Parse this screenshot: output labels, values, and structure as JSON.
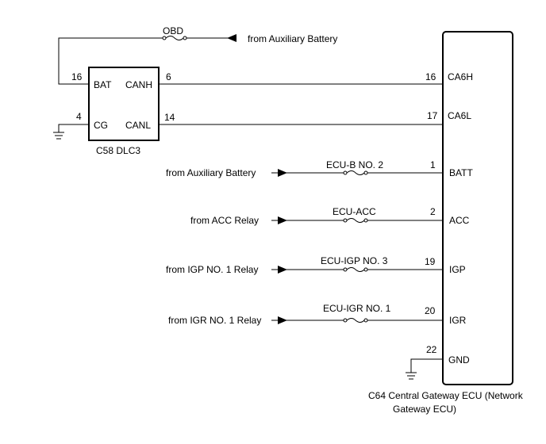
{
  "obd_fuse": "OBD",
  "top_source": "from Auxiliary Battery",
  "dlc": {
    "label": "C58  DLC3",
    "pins": {
      "bat": "BAT",
      "canh": "CANH",
      "cg": "CG",
      "canl": "CANL"
    },
    "nums": {
      "bat": "16",
      "canh": "6",
      "cg": "4",
      "canl": "14"
    }
  },
  "ecu": {
    "label_line1": "C64  Central Gateway ECU (Network",
    "label_line2": "Gateway ECU)",
    "pins": {
      "ca6h": "CA6H",
      "ca6l": "CA6L",
      "batt": "BATT",
      "acc": "ACC",
      "igp": "IGP",
      "igr": "IGR",
      "gnd": "GND"
    },
    "nums": {
      "ca6h": "16",
      "ca6l": "17",
      "batt": "1",
      "acc": "2",
      "igp": "19",
      "igr": "20",
      "gnd": "22"
    }
  },
  "inputs": [
    {
      "source": "from Auxiliary Battery",
      "fuse": "ECU-B NO. 2"
    },
    {
      "source": "from ACC Relay",
      "fuse": "ECU-ACC"
    },
    {
      "source": "from IGP NO. 1 Relay",
      "fuse": "ECU-IGP NO. 3"
    },
    {
      "source": "from IGR NO. 1 Relay",
      "fuse": "ECU-IGR NO. 1"
    }
  ]
}
